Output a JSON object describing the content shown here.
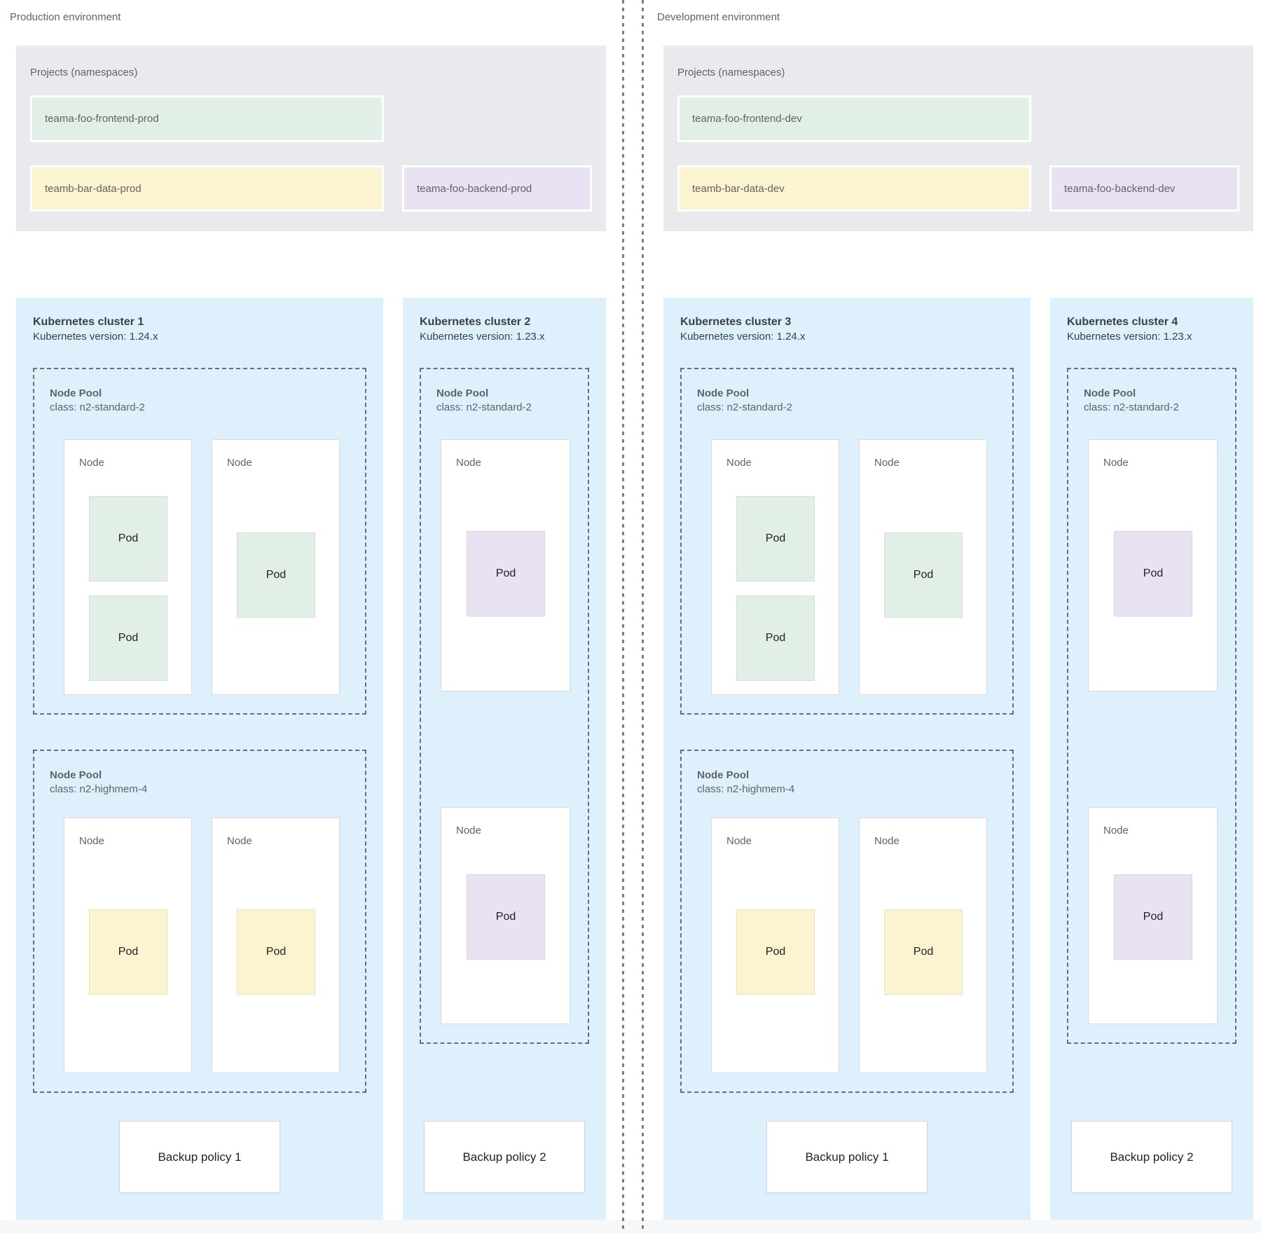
{
  "colors": {
    "cluster-bg": "#def0fb",
    "projects-bg": "#e8eaed",
    "green": "#e1efe6",
    "yellow": "#fcf3d0",
    "purple": "#e9e2f2",
    "label-gray": "#5f6368",
    "title-dark": "#3c4043",
    "node-border": "#d8dbde",
    "pool-border": "#6b6f73"
  },
  "environments": [
    {
      "label": "Production environment",
      "projects": {
        "title": "Projects (namespaces)",
        "items": [
          {
            "name": "teama-foo-frontend-prod",
            "color": "green"
          },
          {
            "name": "teamb-bar-data-prod",
            "color": "yellow"
          },
          {
            "name": "teama-foo-backend-prod",
            "color": "purple"
          }
        ]
      },
      "clusters": [
        {
          "title": "Kubernetes cluster 1",
          "version": "Kubernetes version: 1.24.x",
          "backup_policy": "Backup policy 1",
          "node_pools": [
            {
              "title": "Node Pool",
              "class_label": "class: n2-standard-2",
              "nodes": [
                {
                  "label": "Node",
                  "pods": [
                    {
                      "label": "Pod",
                      "color": "green"
                    },
                    {
                      "label": "Pod",
                      "color": "green"
                    }
                  ]
                },
                {
                  "label": "Node",
                  "pods": [
                    {
                      "label": "Pod",
                      "color": "green"
                    }
                  ]
                }
              ]
            },
            {
              "title": "Node Pool",
              "class_label": "class: n2-highmem-4",
              "nodes": [
                {
                  "label": "Node",
                  "pods": [
                    {
                      "label": "Pod",
                      "color": "yellow"
                    }
                  ]
                },
                {
                  "label": "Node",
                  "pods": [
                    {
                      "label": "Pod",
                      "color": "yellow"
                    }
                  ]
                }
              ]
            }
          ]
        },
        {
          "title": "Kubernetes cluster 2",
          "version": "Kubernetes version: 1.23.x",
          "backup_policy": "Backup policy 2",
          "node_pools": [
            {
              "title": "Node Pool",
              "class_label": "class: n2-standard-2",
              "nodes": [
                {
                  "label": "Node",
                  "pods": [
                    {
                      "label": "Pod",
                      "color": "purple"
                    }
                  ]
                },
                {
                  "label": "Node",
                  "pods": [
                    {
                      "label": "Pod",
                      "color": "purple"
                    }
                  ]
                }
              ]
            }
          ]
        }
      ]
    },
    {
      "label": "Development environment",
      "projects": {
        "title": "Projects (namespaces)",
        "items": [
          {
            "name": "teama-foo-frontend-dev",
            "color": "green"
          },
          {
            "name": "teamb-bar-data-dev",
            "color": "yellow"
          },
          {
            "name": "teama-foo-backend-dev",
            "color": "purple"
          }
        ]
      },
      "clusters": [
        {
          "title": "Kubernetes cluster 3",
          "version": "Kubernetes version: 1.24.x",
          "backup_policy": "Backup policy 1",
          "node_pools": [
            {
              "title": "Node Pool",
              "class_label": "class: n2-standard-2",
              "nodes": [
                {
                  "label": "Node",
                  "pods": [
                    {
                      "label": "Pod",
                      "color": "green"
                    },
                    {
                      "label": "Pod",
                      "color": "green"
                    }
                  ]
                },
                {
                  "label": "Node",
                  "pods": [
                    {
                      "label": "Pod",
                      "color": "green"
                    }
                  ]
                }
              ]
            },
            {
              "title": "Node Pool",
              "class_label": "class: n2-highmem-4",
              "nodes": [
                {
                  "label": "Node",
                  "pods": [
                    {
                      "label": "Pod",
                      "color": "yellow"
                    }
                  ]
                },
                {
                  "label": "Node",
                  "pods": [
                    {
                      "label": "Pod",
                      "color": "yellow"
                    }
                  ]
                }
              ]
            }
          ]
        },
        {
          "title": "Kubernetes cluster 4",
          "version": "Kubernetes version: 1.23.x",
          "backup_policy": "Backup policy 2",
          "node_pools": [
            {
              "title": "Node Pool",
              "class_label": "class: n2-standard-2",
              "nodes": [
                {
                  "label": "Node",
                  "pods": [
                    {
                      "label": "Pod",
                      "color": "purple"
                    }
                  ]
                },
                {
                  "label": "Node",
                  "pods": [
                    {
                      "label": "Pod",
                      "color": "purple"
                    }
                  ]
                }
              ]
            }
          ]
        }
      ]
    }
  ]
}
